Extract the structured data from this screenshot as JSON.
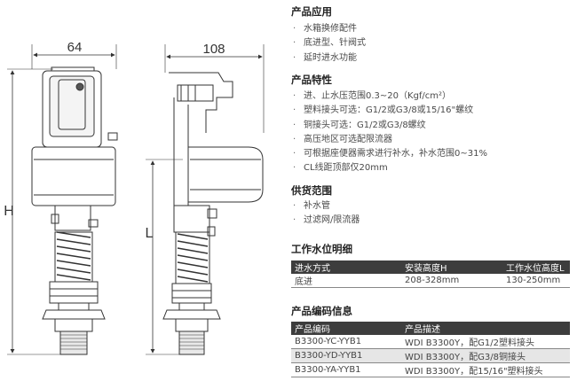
{
  "drawing": {
    "dim_left_width": "64",
    "dim_right_width": "108",
    "dim_h": "H",
    "dim_l": "L"
  },
  "sections": {
    "application": {
      "title": "产品应用",
      "items": [
        "水箱换修配件",
        "底进型、针阀式",
        "延时进水功能"
      ]
    },
    "features": {
      "title": "产品特性",
      "items": [
        "进、止水压范围0.3~20（Kgf/cm²）",
        "塑料接头可选：G1/2或G3/8或15/16\"螺纹",
        "铜接头可选：G1/2或G3/8螺纹",
        "高压地区可选配限流器",
        "可根据座便器需求进行补水，补水范围0~31%",
        "CL线距顶部仅20mm"
      ]
    },
    "supply": {
      "title": "供货范围",
      "items": [
        "补水管",
        "过滤网/限流器"
      ]
    }
  },
  "water_table": {
    "title": "工作水位明细",
    "headers": [
      "进水方式",
      "安装高度H",
      "工作水位高度L"
    ],
    "rows": [
      [
        "底进",
        "208-328mm",
        "130-250mm"
      ]
    ]
  },
  "code_table": {
    "title": "产品编码信息",
    "headers": [
      "产品编码",
      "产品描述"
    ],
    "rows": [
      [
        "B3300-YC-YYB1",
        "WDI B3300Y，配G1/2塑料接头"
      ],
      [
        "B3300-YD-YYB1",
        "WDI B3300Y，配G3/8铜接头"
      ],
      [
        "B3300-YA-YYB1",
        "WDI B3300Y，配15/16\"塑料接头"
      ]
    ]
  },
  "colors": {
    "header_bg": "#3d3d3d",
    "zebra": "#e6e6e6",
    "line": "#333333"
  }
}
